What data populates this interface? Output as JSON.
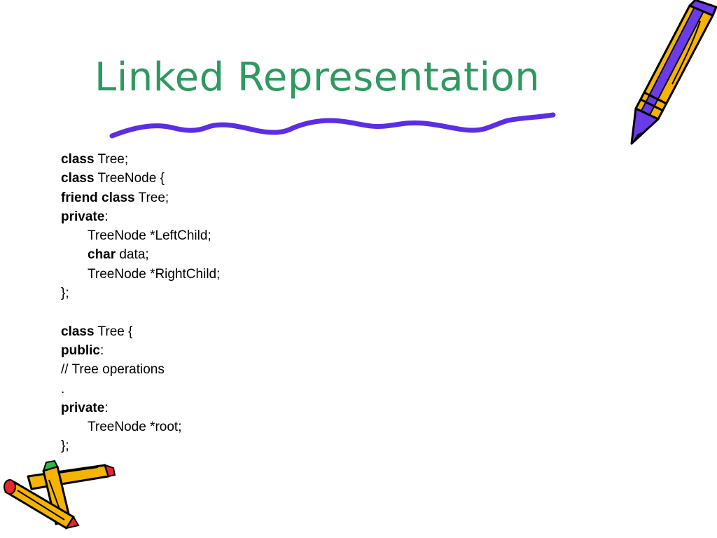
{
  "slide": {
    "title": "Linked Representation",
    "code": [
      {
        "kw": "class",
        "rest": " Tree;"
      },
      {
        "kw": "class",
        "rest": " TreeNode {"
      },
      {
        "kw": "friend class",
        "rest": " Tree;"
      },
      {
        "kw": "private",
        "rest": ":"
      },
      {
        "kw": "",
        "rest": "TreeNode *LeftChild;"
      },
      {
        "kw": "char",
        "rest": " data;"
      },
      {
        "kw": "",
        "rest": "TreeNode *RightChild;"
      },
      {
        "kw": "",
        "rest": "};"
      },
      {
        "kw": "",
        "rest": ""
      },
      {
        "kw": "class",
        "rest": " Tree {"
      },
      {
        "kw": "public",
        "rest": ":"
      },
      {
        "kw": "",
        "rest": "// Tree operations"
      },
      {
        "kw": "",
        "rest": "."
      },
      {
        "kw": "private",
        "rest": ":"
      },
      {
        "kw": "",
        "rest": "TreeNode *root;"
      },
      {
        "kw": "",
        "rest": "};"
      }
    ],
    "colors": {
      "title": "#2e9960",
      "wavy_line": "#5b2ee6",
      "pencil_body": "#f5b400",
      "crayon_tip": "#e8262e"
    },
    "icons": [
      "pencil-icon",
      "crayons-icon",
      "wavy-underline"
    ]
  }
}
